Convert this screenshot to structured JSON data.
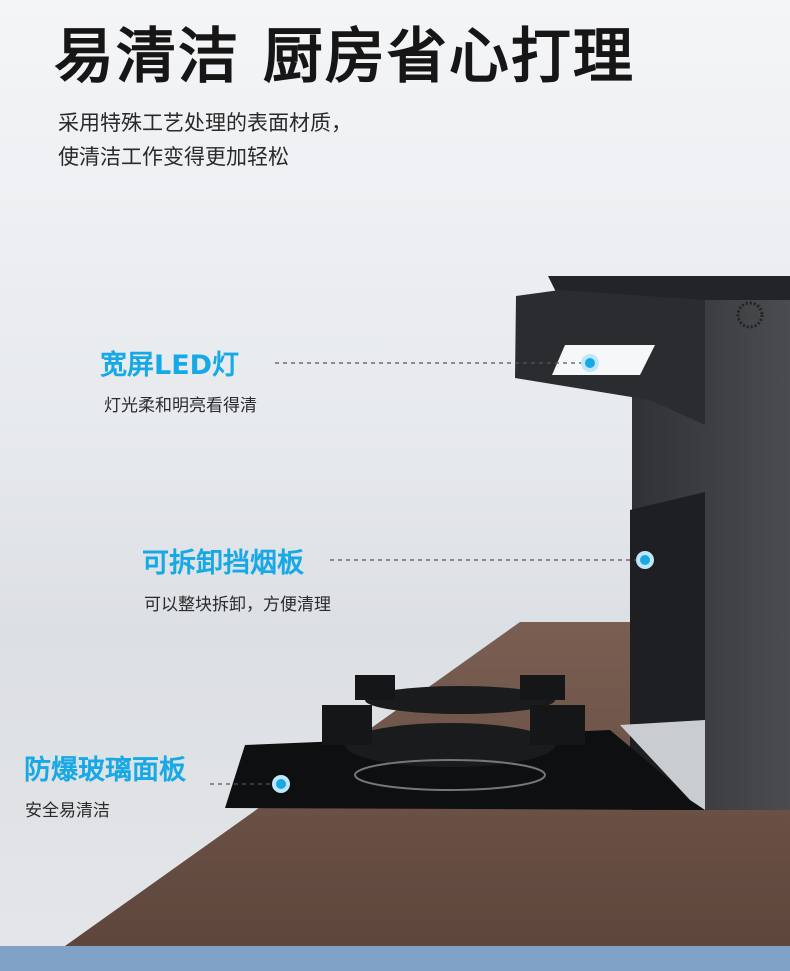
{
  "headline": "易清洁 厨房省心打理",
  "subtitle": [
    "采用特殊工艺处理的表面材质，",
    "使清洁工作变得更加轻松"
  ],
  "features": [
    {
      "title": "宽屏LED灯",
      "desc": "灯光柔和明亮看得清"
    },
    {
      "title": "可拆卸挡烟板",
      "desc": "可以整块拆卸，方便清理"
    },
    {
      "title": "防爆玻璃面板",
      "desc": "安全易清洁"
    }
  ],
  "colors": {
    "accent": "#17a9e6",
    "wood": "#6b5145",
    "hood": "#3b3d41"
  }
}
